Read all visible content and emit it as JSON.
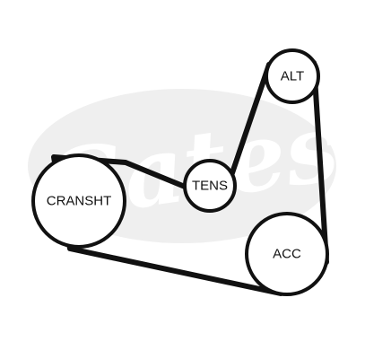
{
  "colors": {
    "background": "#ffffff",
    "line": "#111111",
    "watermark": "#ececec"
  },
  "watermark": {
    "text": "Gates"
  },
  "pulleys": {
    "alt": {
      "label": "ALT"
    },
    "tens": {
      "label": "TENS"
    },
    "cranksht": {
      "label": "CRANSHT"
    },
    "acc": {
      "label": "ACC"
    }
  }
}
